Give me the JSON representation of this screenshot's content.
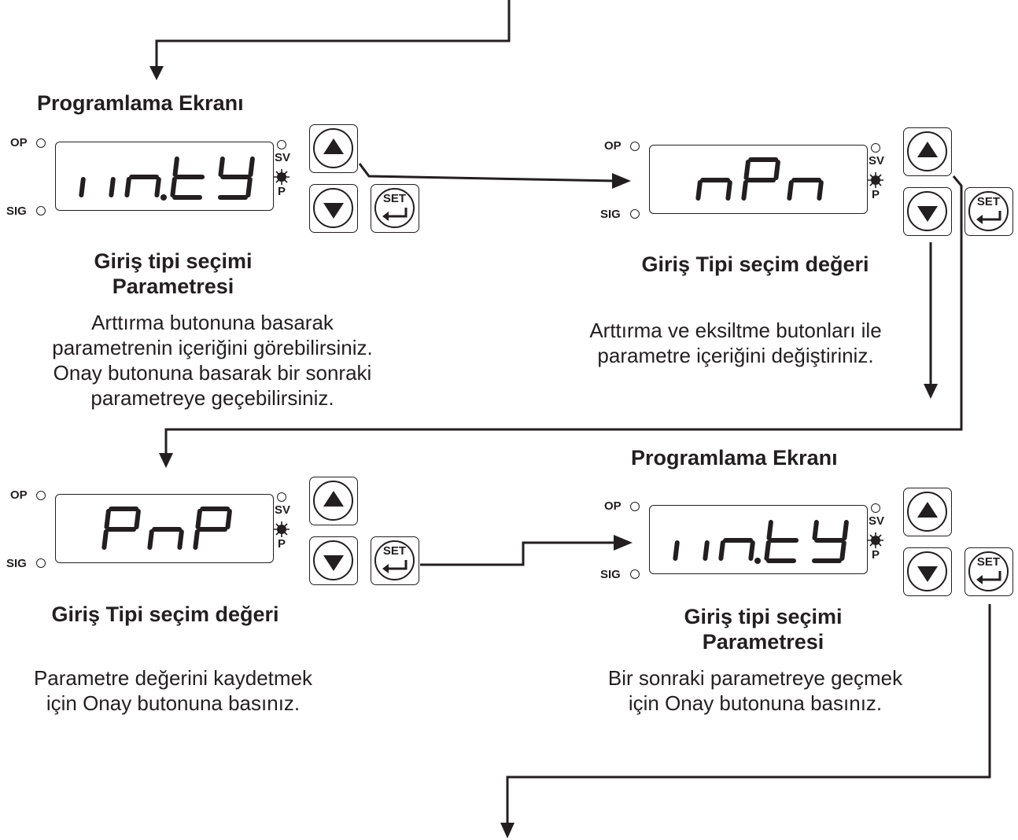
{
  "panels": [
    {
      "display": "in.tY",
      "op_label": "OP",
      "sig_label": "SIG",
      "sv_label": "SV",
      "p_label": "P",
      "set_label": "SET"
    },
    {
      "display": "nPn",
      "op_label": "OP",
      "sig_label": "SIG",
      "sv_label": "SV",
      "p_label": "P",
      "set_label": "SET"
    },
    {
      "display": "PnP",
      "op_label": "OP",
      "sig_label": "SIG",
      "sv_label": "SV",
      "p_label": "P",
      "set_label": "SET"
    },
    {
      "display": "in.tY",
      "op_label": "OP",
      "sig_label": "SIG",
      "sv_label": "SV",
      "p_label": "P",
      "set_label": "SET"
    }
  ],
  "step1": {
    "title": "Programlama Ekranı",
    "caption_line1": "Giriş tipi seçimi",
    "caption_line2": "Parametresi",
    "desc_lines": [
      "Arttırma butonuna basarak",
      "parametrenin içeriğini görebilirsiniz.",
      "Onay butonuna basarak bir sonraki",
      "parametreye geçebilirsiniz."
    ]
  },
  "step2": {
    "caption": "Giriş Tipi seçim değeri",
    "desc_lines": [
      "Arttırma ve eksiltme butonları ile",
      "parametre içeriğini değiştiriniz."
    ]
  },
  "step3": {
    "caption": "Giriş Tipi seçim değeri",
    "desc_lines": [
      "Parametre değerini kaydetmek",
      "için Onay butonuna basınız."
    ]
  },
  "step4": {
    "title": "Programlama Ekranı",
    "caption_line1": "Giriş tipi seçimi",
    "caption_line2": "Parametresi",
    "desc_lines": [
      "Bir sonraki parametreye geçmek",
      "için Onay butonuna basınız."
    ]
  },
  "colors": {
    "ink": "#231f20",
    "background": "#ffffff"
  },
  "icons": [
    "up-arrow-icon",
    "down-arrow-icon",
    "enter-icon",
    "led-icon"
  ]
}
